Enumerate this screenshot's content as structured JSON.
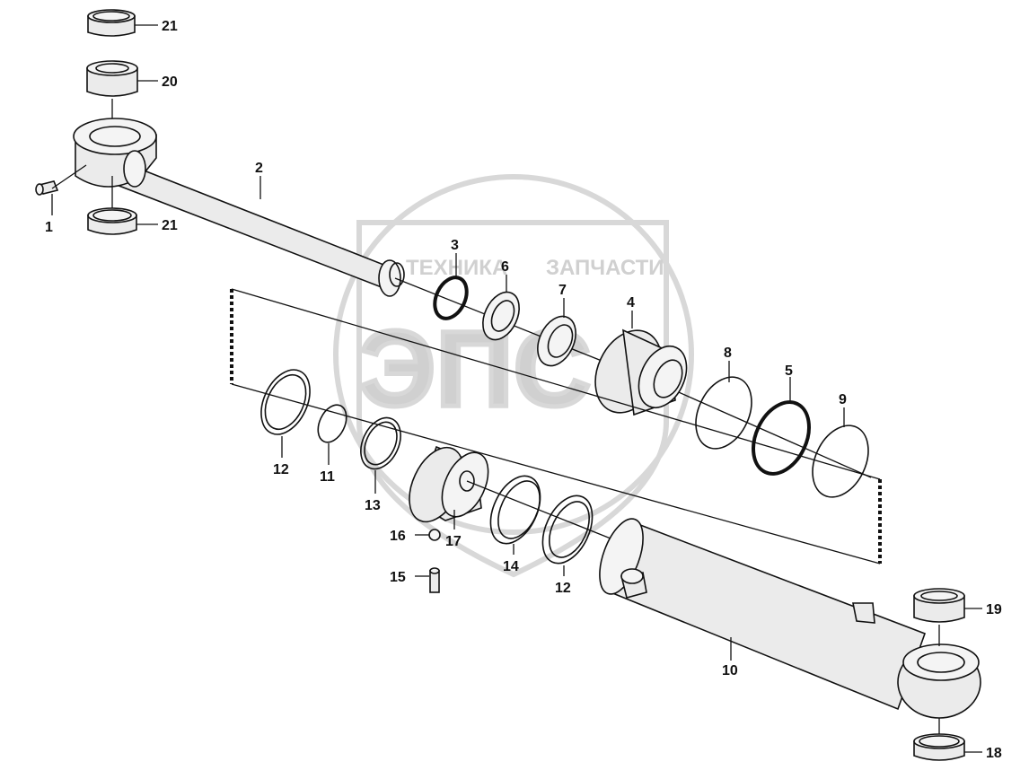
{
  "watermark": {
    "line1": "ТЕХНИКА",
    "line2": "ЗАПЧАСТИ",
    "big": "ЭПС"
  },
  "callouts": [
    {
      "id": "1",
      "text": "1"
    },
    {
      "id": "2",
      "text": "2"
    },
    {
      "id": "3",
      "text": "3"
    },
    {
      "id": "4",
      "text": "4"
    },
    {
      "id": "5",
      "text": "5"
    },
    {
      "id": "6",
      "text": "6"
    },
    {
      "id": "7",
      "text": "7"
    },
    {
      "id": "8",
      "text": "8"
    },
    {
      "id": "9",
      "text": "9"
    },
    {
      "id": "10",
      "text": "10"
    },
    {
      "id": "11",
      "text": "11"
    },
    {
      "id": "12a",
      "text": "12"
    },
    {
      "id": "12b",
      "text": "12"
    },
    {
      "id": "13",
      "text": "13"
    },
    {
      "id": "14",
      "text": "14"
    },
    {
      "id": "15",
      "text": "15"
    },
    {
      "id": "16",
      "text": "16"
    },
    {
      "id": "17",
      "text": "17"
    },
    {
      "id": "18",
      "text": "18"
    },
    {
      "id": "19",
      "text": "19"
    },
    {
      "id": "20",
      "text": "20"
    },
    {
      "id": "21a",
      "text": "21"
    },
    {
      "id": "21b",
      "text": "21"
    }
  ],
  "colors": {
    "line": "#111111",
    "fill": "#ebebeb",
    "watermark": "#d0d0d0"
  }
}
